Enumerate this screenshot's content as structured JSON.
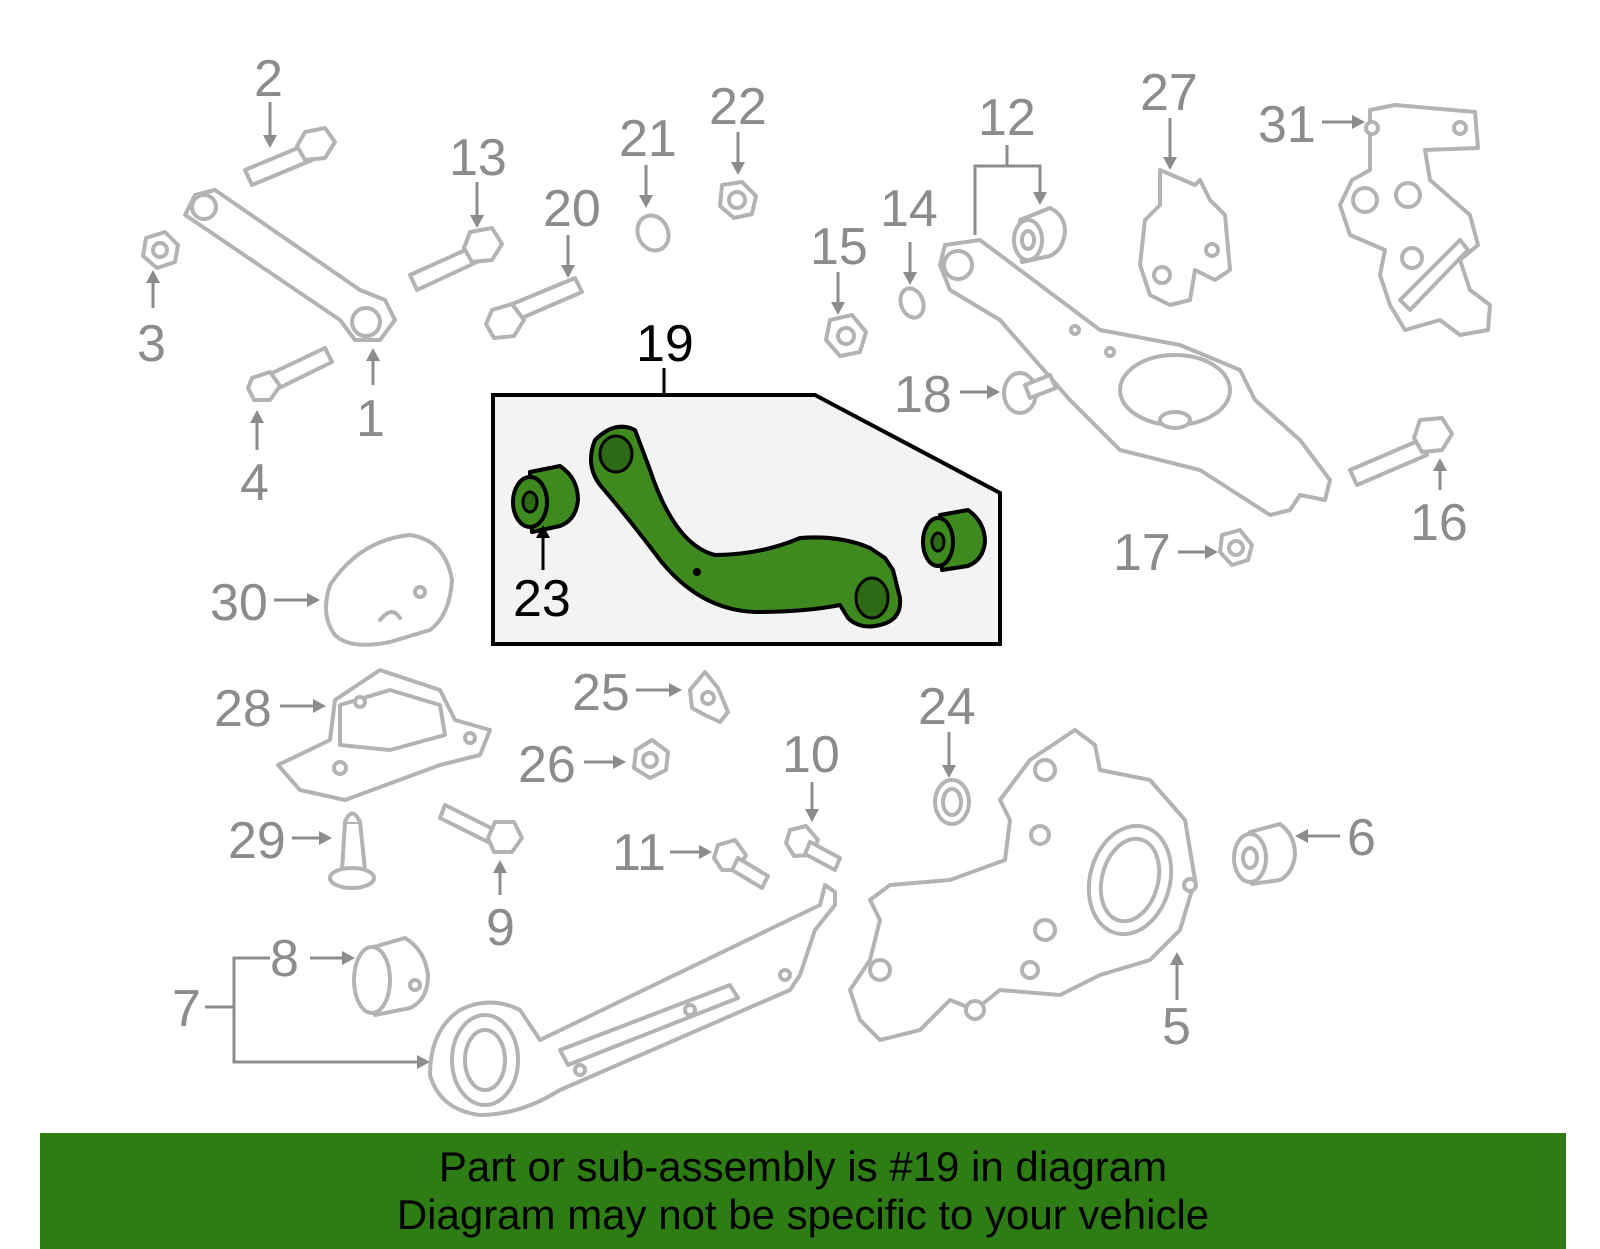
{
  "callouts": {
    "c1": "1",
    "c2": "2",
    "c3": "3",
    "c4": "4",
    "c5": "5",
    "c6": "6",
    "c7": "7",
    "c8": "8",
    "c9": "9",
    "c10": "10",
    "c11": "11",
    "c12": "12",
    "c13": "13",
    "c14": "14",
    "c15": "15",
    "c16": "16",
    "c17": "17",
    "c18": "18",
    "c19": "19",
    "c20": "20",
    "c21": "21",
    "c22": "22",
    "c23": "23",
    "c24": "24",
    "c25": "25",
    "c26": "26",
    "c27": "27",
    "c28": "28",
    "c29": "29",
    "c30": "30",
    "c31": "31"
  },
  "highlight": {
    "part_number": "19",
    "color": "#3f8a1f"
  },
  "banner": {
    "line1": "Part or sub-assembly is #19 in diagram",
    "line2": "Diagram may not be specific to your vehicle",
    "color": "#2e7d14"
  }
}
